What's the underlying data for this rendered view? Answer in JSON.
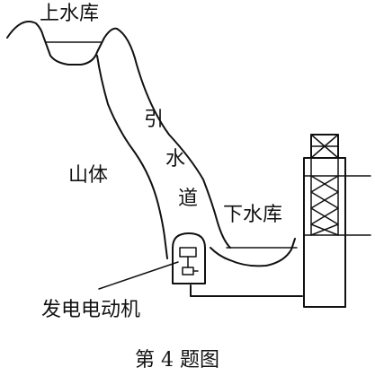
{
  "labels": {
    "upper_reservoir": "上水库",
    "mountain": "山体",
    "penstock_chars": [
      "引",
      "水",
      "道"
    ],
    "lower_reservoir": "下水库",
    "generator_motor": "发电电动机",
    "caption": "第 4 题图"
  }
}
